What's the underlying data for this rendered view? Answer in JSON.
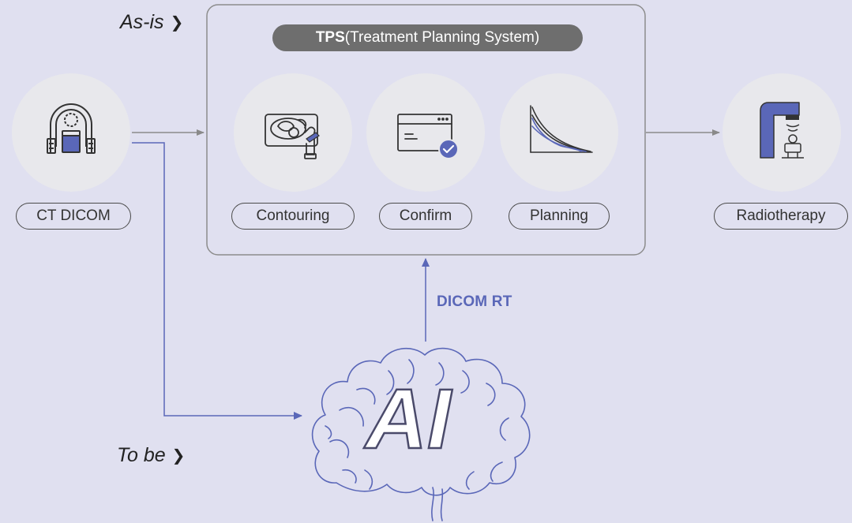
{
  "labels": {
    "as_is": "As-is",
    "to_be": "To be",
    "chevron": "❯",
    "tps_bold": "TPS",
    "tps_rest": "(Treatment Planning System)",
    "ct_dicom": "CT DICOM",
    "contouring": "Contouring",
    "confirm": "Confirm",
    "planning": "Planning",
    "radiotherapy": "Radiotherapy",
    "dicom_rt": "DICOM RT",
    "ai": "AI"
  },
  "icons": {
    "ct": "ct-scanner-icon",
    "contouring": "contouring-tablet-icon",
    "confirm": "confirm-window-icon",
    "planning": "dose-curve-icon",
    "radiotherapy": "linac-icon",
    "ai": "brain-ai-icon"
  },
  "colors": {
    "background": "#e0e0f0",
    "circle": "#e8e8ec",
    "accent": "#5a67b8",
    "gray_arrow": "#8a8a8a",
    "tps_pill": "#6e6e6e"
  }
}
